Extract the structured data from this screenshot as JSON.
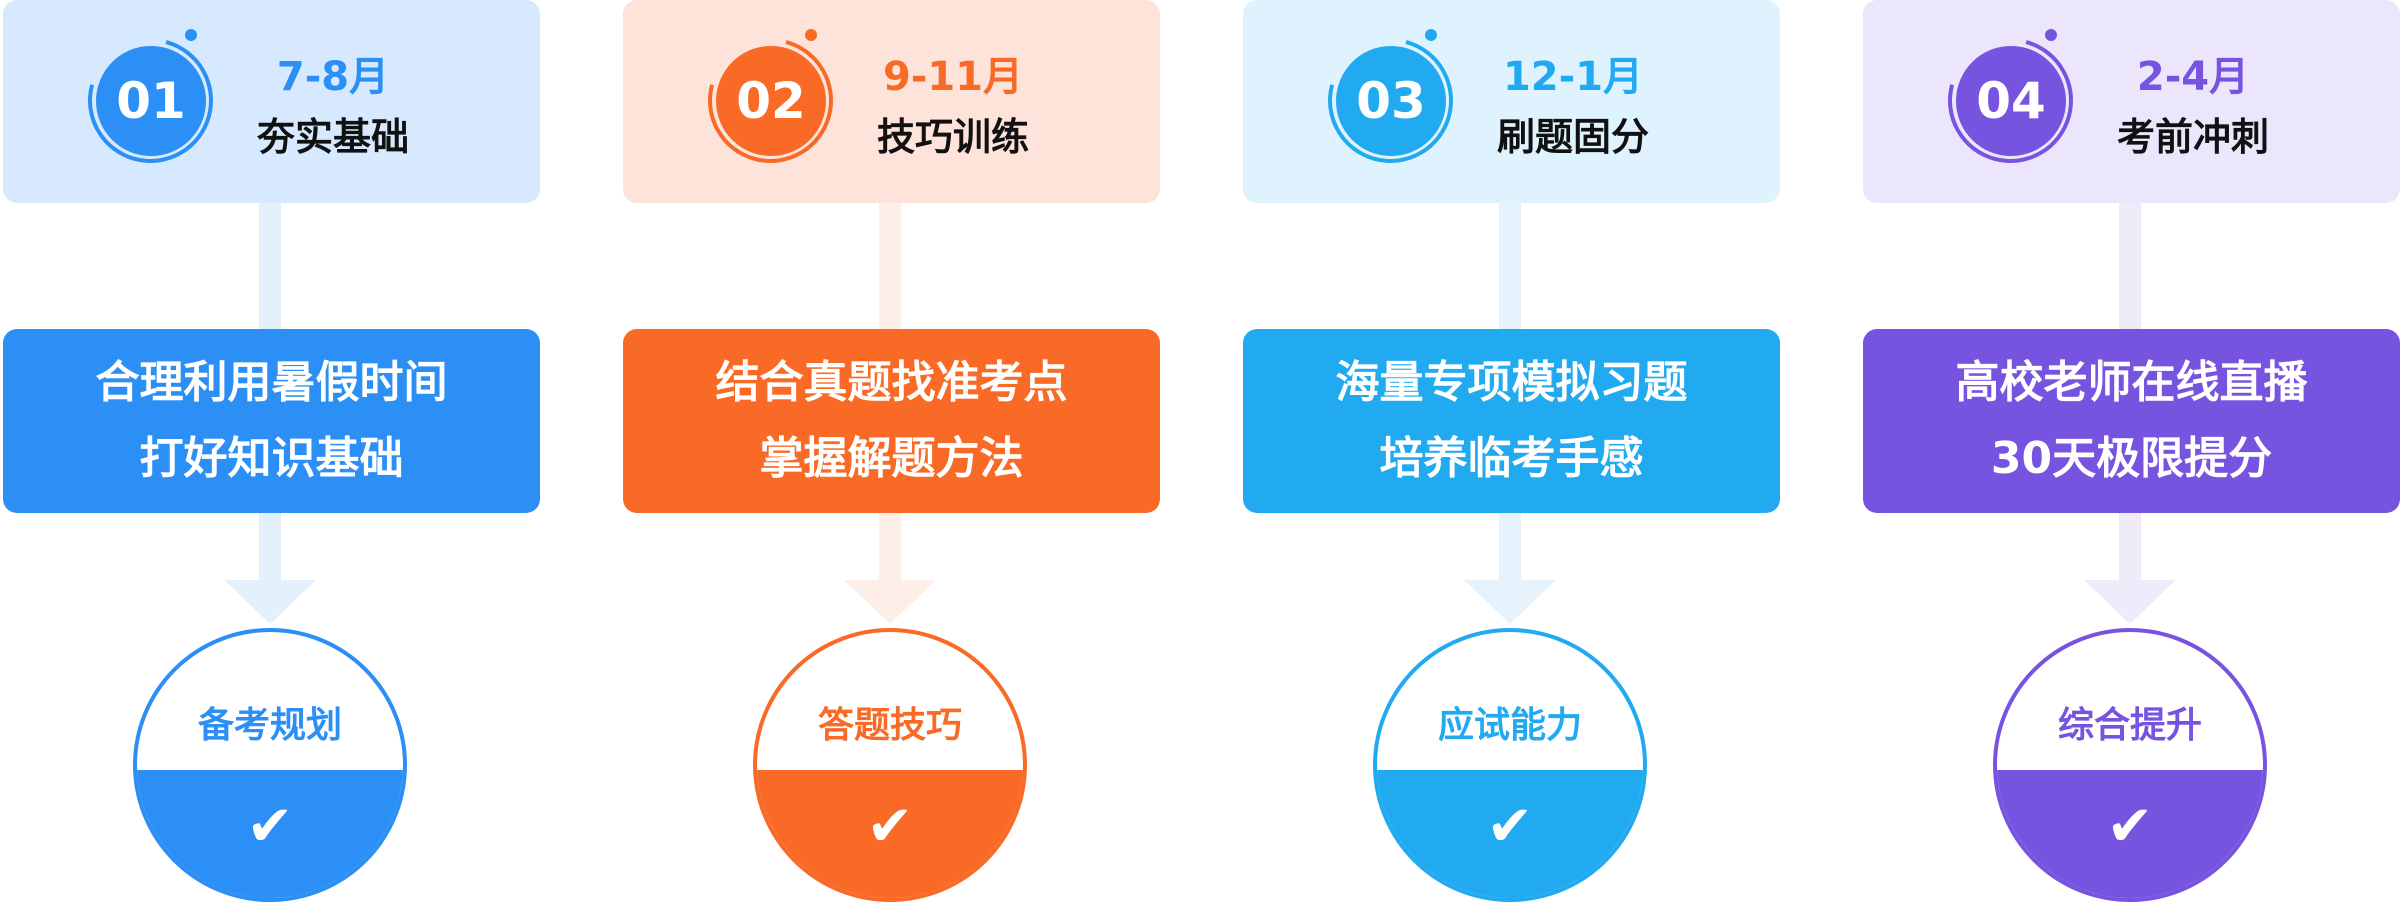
{
  "stages": [
    {
      "num": "01",
      "months": "7-8月",
      "title": "夯实基础",
      "lines": [
        "合理利用暑假时间",
        "打好知识基础"
      ],
      "outcome": "备考规划",
      "color": "#2b8ff5",
      "bg": "#d6e9fe",
      "light": "#e5f0fd"
    },
    {
      "num": "02",
      "months": "9-11月",
      "title": "技巧训练",
      "lines": [
        "结合真题找准考点",
        "掌握解题方法"
      ],
      "outcome": "答题技巧",
      "color": "#f86a26",
      "bg": "#fde3d9",
      "light": "#fdeee7"
    },
    {
      "num": "03",
      "months": "12-1月",
      "title": "刷题固分",
      "lines": [
        "海量专项模拟习题",
        "培养临考手感"
      ],
      "outcome": "应试能力",
      "color": "#22aaf0",
      "bg": "#dff3fe",
      "light": "#e6f3fd"
    },
    {
      "num": "04",
      "months": "2-4月",
      "title": "考前冲刺",
      "lines": [
        "高校老师在线直播",
        "30天极限提分"
      ],
      "outcome": "综合提升",
      "color": "#7654e0",
      "bg": "#ece6fd",
      "light": "#efebfb"
    }
  ]
}
